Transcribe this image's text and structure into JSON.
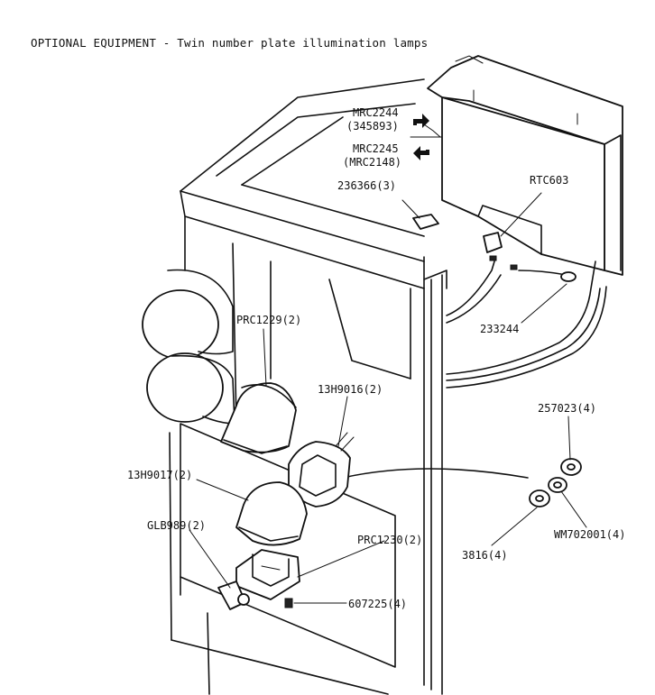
{
  "caption": "OPTIONAL EQUIPMENT - Twin number plate illumination lamps",
  "parts": {
    "mrc2244": "MRC2244",
    "mrc2244_alt": "(345893)",
    "mrc2245": "MRC2245",
    "mrc2245_alt": "(MRC2148)",
    "p236366": "236366(3)",
    "rtc603": "RTC603",
    "p233244": "233244",
    "prc1229": "PRC1229(2)",
    "h9016": "13H9016(2)",
    "p257023": "257023(4)",
    "h9017": "13H9017(2)",
    "glb989": "GLB989(2)",
    "prc1230": "PRC1230(2)",
    "wm702001": "WM702001(4)",
    "p3816": "3816(4)",
    "p607225": "607225(4)"
  },
  "icons": {
    "right_arrow": "arrow-right-icon",
    "left_arrow": "arrow-left-icon"
  }
}
